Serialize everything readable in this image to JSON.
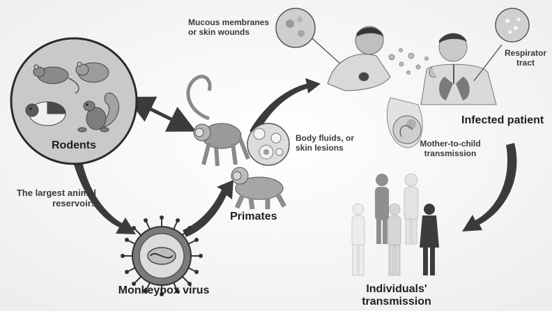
{
  "labels": {
    "rodents": "Rodents",
    "largest_reservoirs": "The largest animal reservoirs",
    "monkeypox_virus": "Monkeypox virus",
    "primates": "Primates",
    "body_fluids": "Body fluids, or skin lesions",
    "mucous_membranes": "Mucous membranes or skin wounds",
    "respirator_tract": "Respirator tract",
    "infected_patient": "Infected patient",
    "mother_to_child": "Mother-to-child transmission",
    "individuals_transmission": "Individuals' transmission"
  },
  "icons": {
    "rodents": "rodents-group-icon",
    "monkey": "monkey-icon",
    "macaque": "macaque-icon",
    "virus": "virus-particle-icon",
    "cells": "body-fluid-cells-icon",
    "mucous": "mucous-membrane-magnifier-icon",
    "coughing_person": "coughing-person-icon",
    "infected_person": "infected-person-lungs-icon",
    "fetus": "fetus-in-womb-icon",
    "people": "people-group-icon",
    "respiratory_zoom": "respiratory-tract-magnifier-icon"
  },
  "colors": {
    "background": "#ffffff",
    "arrow": "#3b3b3b",
    "circle_fill": "#c9c9c9",
    "circle_stroke": "#2a2a2a",
    "text": "#1e1e1e"
  }
}
